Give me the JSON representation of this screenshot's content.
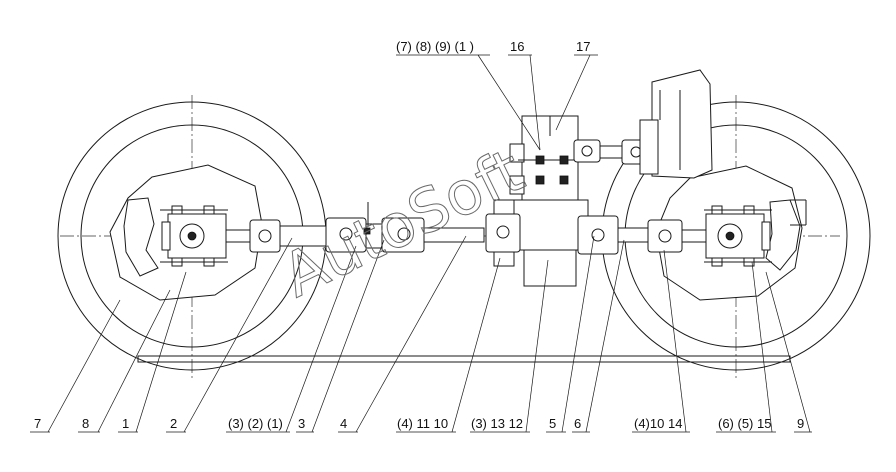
{
  "labels": {
    "top": [
      "(7) (8) (9) (1  )",
      "16",
      "17"
    ],
    "bottom": [
      "7",
      "8",
      "1",
      "2",
      "(3) (2) (1)",
      "3",
      "4",
      "(4) 11 10",
      "(3) 13 12",
      "5",
      "6",
      "(4)10 14",
      "(6) (5) 15",
      "9"
    ]
  },
  "watermark": "AutoSoft"
}
